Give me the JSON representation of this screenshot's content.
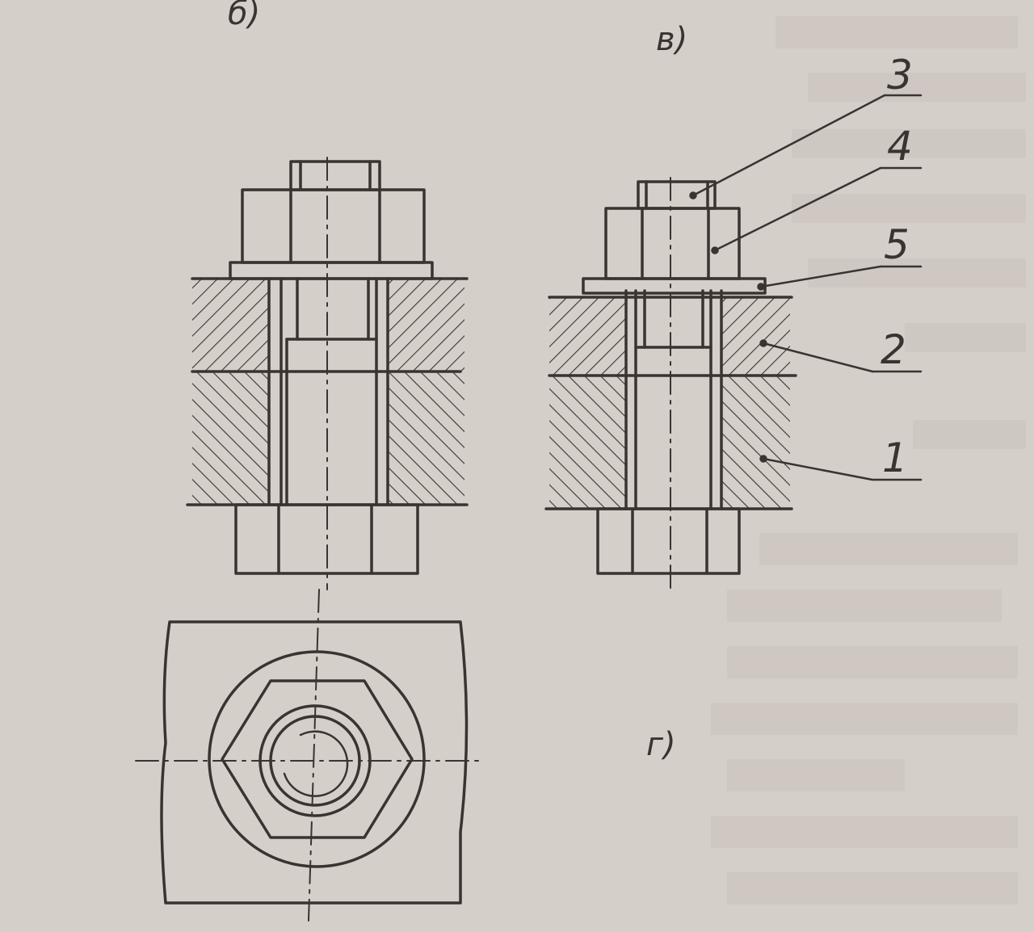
{
  "figure": {
    "subfigures": [
      {
        "id": "b",
        "label": "б)"
      },
      {
        "id": "v",
        "label": "в)"
      },
      {
        "id": "g",
        "label": "г)"
      }
    ],
    "callouts": [
      {
        "id": "c3",
        "label": "3"
      },
      {
        "id": "c4",
        "label": "4"
      },
      {
        "id": "c5",
        "label": "5"
      },
      {
        "id": "c2",
        "label": "2"
      },
      {
        "id": "c1",
        "label": "1"
      }
    ]
  },
  "colors": {
    "paper": "#d5cfca",
    "ink": "#3a3430",
    "bleed_text": "#b8b1ab"
  }
}
